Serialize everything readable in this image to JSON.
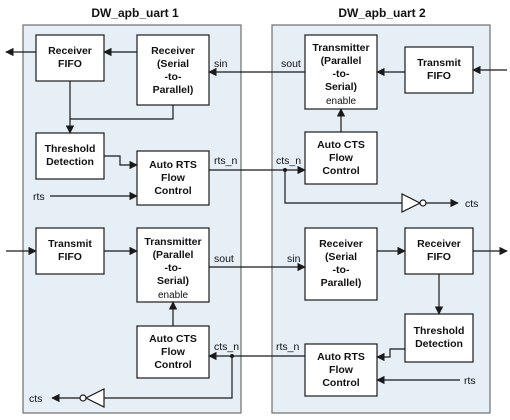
{
  "uart1": {
    "title": "DW_apb_uart 1",
    "receiver_fifo": [
      "Receiver",
      "FIFO"
    ],
    "receiver": [
      "Receiver",
      "(Serial",
      "-to-",
      "Parallel)"
    ],
    "threshold": [
      "Threshold",
      "Detection"
    ],
    "auto_rts": [
      "Auto RTS",
      "Flow",
      "Control"
    ],
    "transmit_fifo": [
      "Transmit",
      "FIFO"
    ],
    "transmitter": [
      "Transmitter",
      "(Parallel",
      "-to-",
      "Serial)"
    ],
    "transmitter_enable": "enable",
    "auto_cts": [
      "Auto CTS",
      "Flow",
      "Control"
    ],
    "sig_sin": "sin",
    "sig_rts_n": "rts_n",
    "sig_rts": "rts",
    "sig_sout": "sout",
    "sig_cts_n": "cts_n",
    "sig_cts": "cts"
  },
  "uart2": {
    "title": "DW_apb_uart 2",
    "transmitter": [
      "Transmitter",
      "(Parallel",
      "-to-",
      "Serial)"
    ],
    "transmitter_enable": "enable",
    "transmit_fifo": [
      "Transmit",
      "FIFO"
    ],
    "auto_cts": [
      "Auto CTS",
      "Flow",
      "Control"
    ],
    "receiver": [
      "Receiver",
      "(Serial",
      "-to-",
      "Parallel)"
    ],
    "receiver_fifo": [
      "Receiver",
      "FIFO"
    ],
    "threshold": [
      "Threshold",
      "Detection"
    ],
    "auto_rts": [
      "Auto RTS",
      "Flow",
      "Control"
    ],
    "sig_sout": "sout",
    "sig_cts_n": "cts_n",
    "sig_cts": "cts",
    "sig_sin": "sin",
    "sig_rts_n": "rts_n",
    "sig_rts": "rts"
  }
}
